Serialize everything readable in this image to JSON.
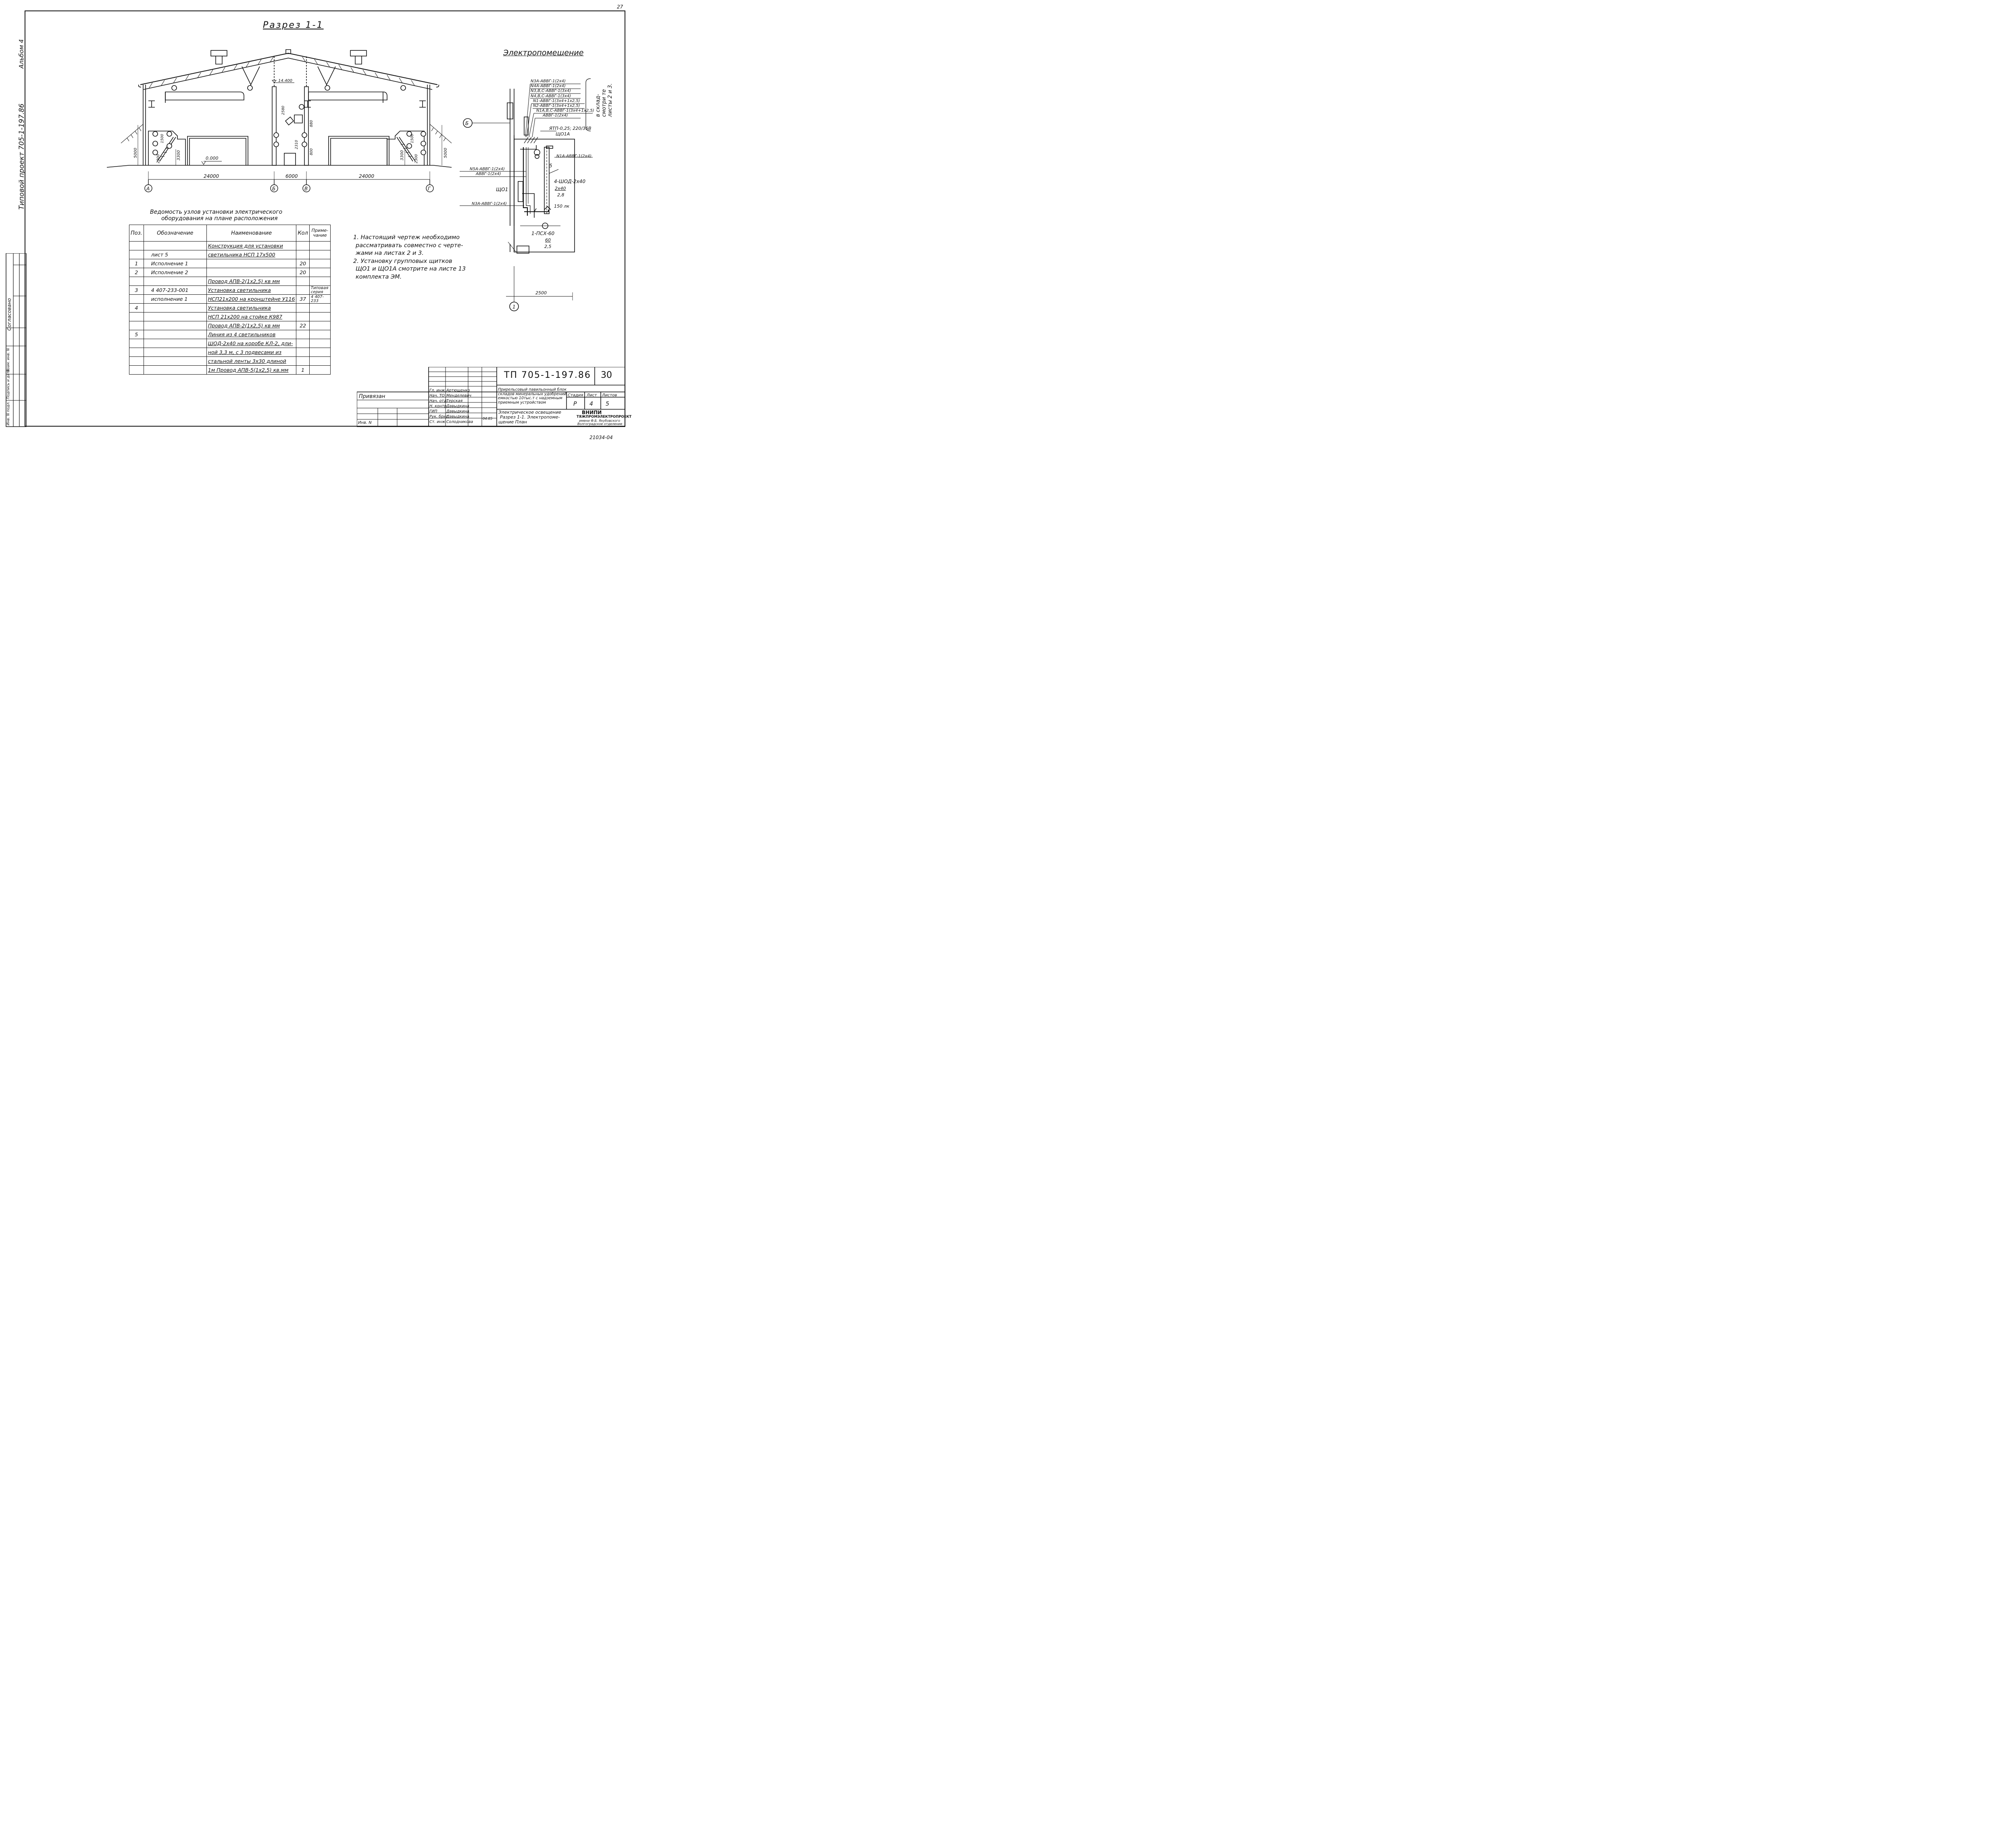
{
  "page_number": "27",
  "album": "Альбом 4",
  "project_title": "Типовой   проект  705-1-197.86",
  "section": {
    "title": "Разрез 1-1",
    "dims": [
      "24000",
      "6000",
      "24000"
    ],
    "heights": [
      "5000",
      "5000",
      "3300",
      "3300",
      "2300",
      "2300",
      "2580",
      "2310",
      "880",
      "800",
      "1500",
      "1500"
    ],
    "elevation_top": "14.400",
    "elevation_zero": "0.000",
    "axes": [
      "А",
      "Б",
      "В",
      "Г"
    ]
  },
  "electro": {
    "title": "Электропомещение",
    "note": "в склад- смотри те листы 2 и 3.",
    "cables": [
      "N3А-АВВГ-1(2x4)",
      "N4А-АВВГ-1(2x4)",
      "N3,В,С-АВВГ-1(3x4)",
      "N4,В,С-АВВГ-1(3x4)",
      "N1-АВВГ-1(3x4+1x2,5)",
      "N2-АВВГ-1(3x4+1x2,5)",
      "N1А,В,С-АВВГ-1(3x4+1x2,5)",
      "АВВГ-1(2x4)"
    ],
    "ytp": "ЯТП-0,25; 220/36В",
    "shch01a": "ЩО1А",
    "n1a": "N1А-АВВГ-1(2x4)",
    "n5a": "N5А-АВВГ-1(2x4)",
    "avvg": "АВВГ-1(2x4)",
    "n3a": "N3А-АВВГ-1(2x4)",
    "shch01": "ЩО1",
    "pos5": "5",
    "shod": "4-ШОД-2x40",
    "shod_frac_top": "2x40",
    "shod_frac_bot": "2,8",
    "lux": "150 лк",
    "psh": "1-ПСХ-60",
    "psh_top": "60",
    "psh_bot": "2,5",
    "dim": "2500",
    "axis_b": "Б",
    "axis_1": "1"
  },
  "table_title_1": "Ведомость   узлов   установки   электрического",
  "table_title_2": "оборудования   на   плане   расположения",
  "table": {
    "headers": [
      "Поз.",
      "Обозначение",
      "Наименование",
      "Кол",
      "Приме- чание"
    ],
    "rows": [
      [
        "",
        "",
        "Конструкция для установки",
        "",
        ""
      ],
      [
        "",
        "лист 5",
        "светильника  НСП 17x500",
        "",
        ""
      ],
      [
        "1",
        "Исполнение 1",
        "",
        "20",
        ""
      ],
      [
        "2",
        "Исполнение 2",
        "",
        "20",
        ""
      ],
      [
        "",
        "",
        "Провод  АПВ-2(1x2,5) кв мм",
        "",
        ""
      ],
      [
        "3",
        "4 407-233-001",
        "Установка  светильника",
        "",
        "Типовая серия"
      ],
      [
        "",
        "исполнение 1",
        "НСП21x200 на кронштейне У116",
        "37",
        "4 407-233"
      ],
      [
        "4",
        "",
        "Установка  светильника",
        "",
        ""
      ],
      [
        "",
        "",
        "НСП 21x200 на стойке  К987",
        "",
        ""
      ],
      [
        "",
        "",
        "Провод  АПВ-2(1x2,5) кв мм",
        "22",
        ""
      ],
      [
        "5",
        "",
        "Линия из  4 светильников",
        "",
        ""
      ],
      [
        "",
        "",
        "ШОД-2x40 на коробе КЛ-2, дли-",
        "",
        ""
      ],
      [
        "",
        "",
        "ной 3,3 м, с 3 подвесами  из",
        "",
        ""
      ],
      [
        "",
        "",
        "стальной  ленты 3x30 длиной",
        "",
        ""
      ],
      [
        "",
        "",
        "1м  Провод АПВ-5(1x2,5) кв.мм",
        "1",
        ""
      ]
    ]
  },
  "notes": [
    "1.  Настоящий  чертеж  необходимо",
    "рассматривать  совместно  с  черте-",
    "жами   на  листах  2 и 3.",
    "2.  Установку  групповых  щитков",
    "ЩО1 и ЩО1А   смотрите  на  листе  13",
    "комплекта  ЭМ."
  ],
  "left_stamp": {
    "agreed": "Согласовано",
    "cols": [
      "Инв. N подл.",
      "Подпись и дата",
      "Взам. инв. N"
    ]
  },
  "title_block": {
    "code": "ТП 705-1-197.86",
    "sheet_no": "30",
    "privyazan": "Привязан",
    "inv": "Инв. N",
    "roles": [
      "Гл. инж.",
      "Нач. ТО",
      "Нач. отд.",
      "Н. контр.",
      "ГИП",
      "Рук. бриг.",
      "Ст. инж."
    ],
    "names": [
      "Артющенко",
      "Менделевич",
      "Терская",
      "Давыдкина",
      "Давыдкина",
      "Давыдкина",
      "Солодникова"
    ],
    "date": "04.85",
    "desc": [
      "Прирельсовый павильонный блок",
      "складов минеральных удобрений",
      "емкостью 10тыс.т с надземным",
      "приемным устройством"
    ],
    "drawing_name": [
      "Электрическое  освещение",
      "Разрез 1-1.  Электропоме-",
      "щение  План"
    ],
    "stage_h": "Стадия",
    "sheet_h": "Лист",
    "sheets_h": "Листов",
    "stage": "Р",
    "sheet": "4",
    "sheets": "5",
    "org1": "ВНИПИ",
    "org2": "ТЯЖПРОМЭЛЕКТРОПРОЕКТ",
    "org3": "имени Ф.Б. Якубовского",
    "org4": "Волгоградское отделение"
  },
  "bottom_code": "21034-04"
}
